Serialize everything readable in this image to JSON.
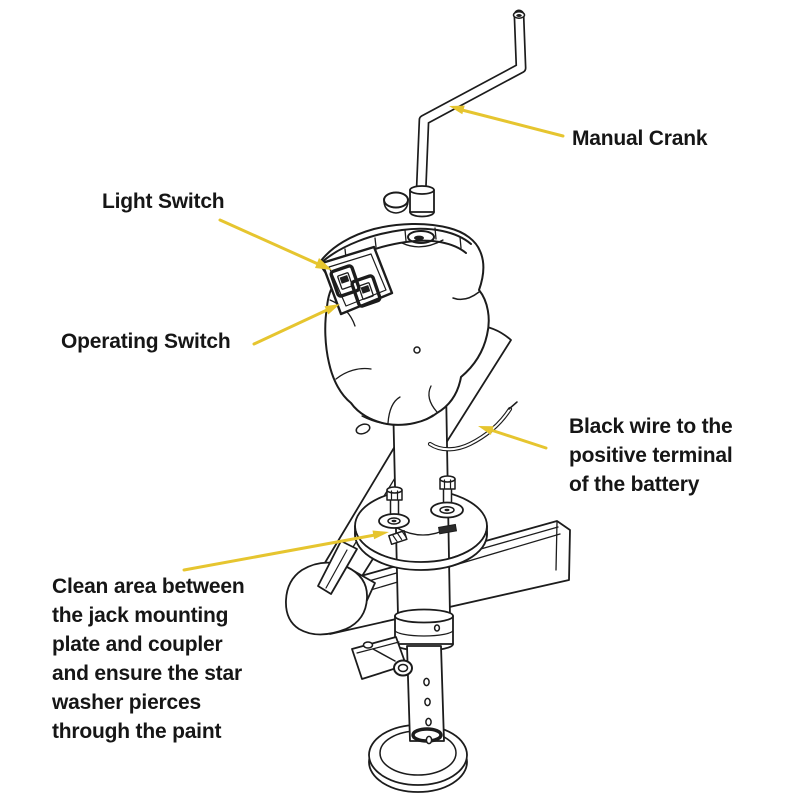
{
  "page": {
    "background_color": "#ffffff"
  },
  "diagram": {
    "accent_color": "#e6c52f",
    "line_color": "#1c1c1c"
  },
  "callouts": {
    "manual_crank": "Manual Crank",
    "light_switch": "Light Switch",
    "operating_switch": "Operating Switch",
    "black_wire": "Black wire to the\npositive terminal\nof the battery",
    "clean_area": "Clean area between\nthe jack mounting\nplate and coupler\nand ensure the star\nwasher pierces\nthrough the paint"
  }
}
